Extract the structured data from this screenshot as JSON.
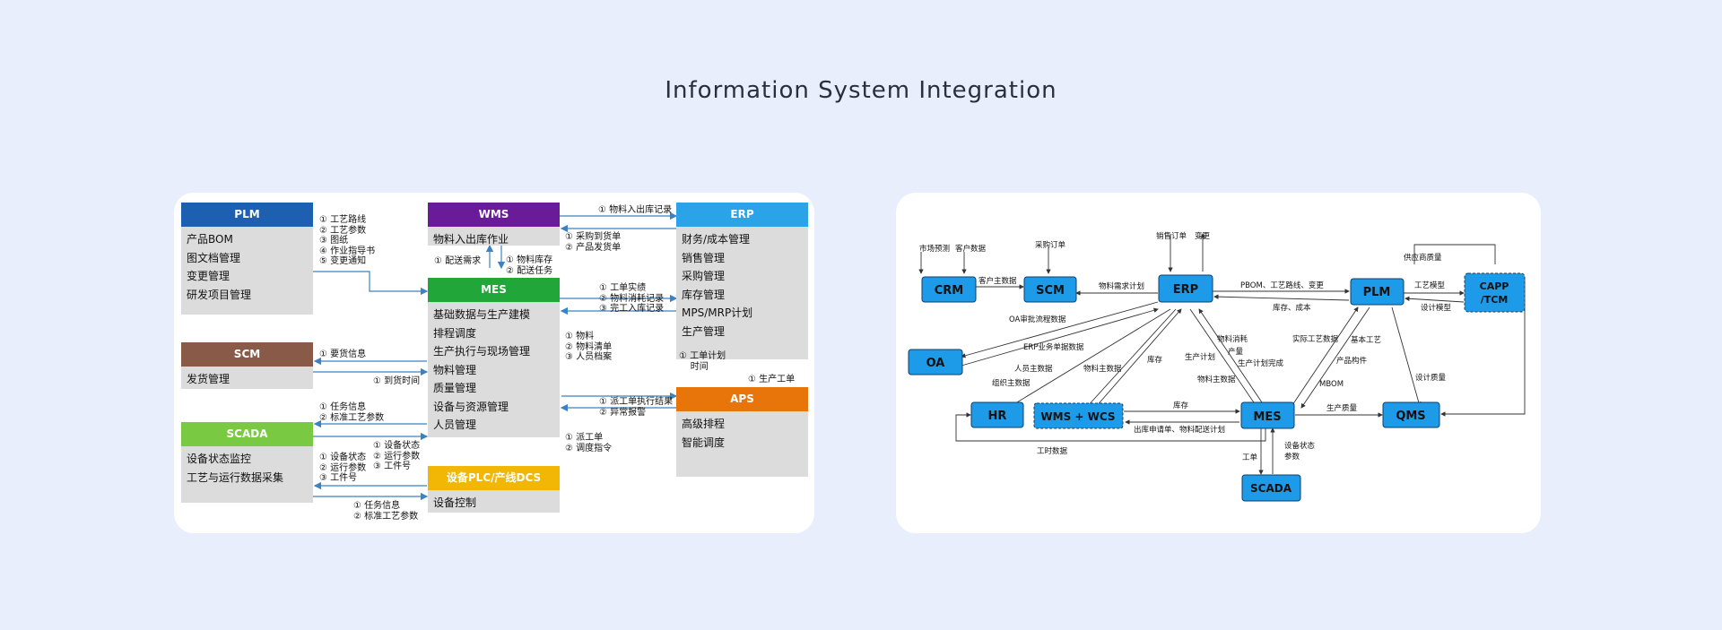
{
  "page": {
    "title": "Information System Integration"
  },
  "left_diagram": {
    "modules": {
      "plm": {
        "name": "PLM",
        "color": "#1d5fb0",
        "items": [
          "产品BOM",
          "图文档管理",
          "变更管理",
          "研发项目管理"
        ]
      },
      "scm": {
        "name": "SCM",
        "color": "#8a5a48",
        "items": [
          "发货管理"
        ]
      },
      "scada": {
        "name": "SCADA",
        "color": "#7ac943",
        "items": [
          "设备状态监控",
          "工艺与运行数据采集"
        ]
      },
      "wms": {
        "name": "WMS",
        "color": "#6a1b9a",
        "items": [
          "物料入出库作业"
        ]
      },
      "mes": {
        "name": "MES",
        "color": "#21a63a",
        "items": [
          "基础数据与生产建模",
          "排程调度",
          "生产执行与现场管理",
          "物料管理",
          "质量管理",
          "设备与资源管理",
          "人员管理"
        ]
      },
      "plc": {
        "name": "设备PLC/产线DCS",
        "color": "#f2b705",
        "items": [
          "设备控制"
        ]
      },
      "erp": {
        "name": "ERP",
        "color": "#2aa3e8",
        "items": [
          "财务/成本管理",
          "销售管理",
          "采购管理",
          "库存管理",
          "MPS/MRP计划",
          "生产管理"
        ]
      },
      "aps": {
        "name": "APS",
        "color": "#e8750a",
        "items": [
          "高级排程",
          "智能调度"
        ]
      }
    },
    "flows": {
      "plm_mes": "① 工艺路线\n② 工艺参数\n③ 图纸\n④ 作业指导书\n⑤ 变更通知",
      "mes_scm": "① 要货信息",
      "scm_mes": "① 到货时间",
      "mes_scada": "① 任务信息\n② 标准工艺参数",
      "scada_mes": "① 设备状态\n② 运行参数\n③ 工件号",
      "plc_mes": "① 设备状态\n② 运行参数\n③ 工件号",
      "mes_plc": "① 任务信息\n② 标准工艺参数",
      "mes_wms": "① 配送需求",
      "wms_mes": "① 物料库存\n② 配送任务",
      "wms_erp": "① 物料入出库记录",
      "erp_wms": "① 采购到货单\n② 产品发货单",
      "mes_erp": "① 工单实绩\n② 物料消耗记录\n③ 完工入库记录",
      "erp_mes": "① 物料\n② 物料清单\n③ 人员档案",
      "erp_aps": "① 工单计划\n    时间",
      "aps_erp": "① 生产工单",
      "mes_aps": "① 派工单执行结果\n② 异常报警",
      "aps_mes": "① 派工单\n② 调度指令"
    }
  },
  "right_diagram": {
    "nodes": {
      "crm": "CRM",
      "scm": "SCM",
      "erp": "ERP",
      "plm": "PLM",
      "capp": "CAPP\n/TCM",
      "oa": "OA",
      "hr": "HR",
      "wms": "WMS + WCS",
      "mes": "MES",
      "qms": "QMS",
      "scada": "SCADA"
    },
    "node_color": "#1e9be8",
    "labels": {
      "market": "市场预测",
      "customer": "客户数据",
      "purchase_order": "采购订单",
      "sales_order": "销售订单",
      "change": "变更",
      "supplier_quality": "供应商质量",
      "customer_master": "客户主数据",
      "material_demand": "物料需求计划",
      "pbom": "PBOM、工艺路线、变更",
      "inventory_cost": "库存、成本",
      "process_model": "工艺模型",
      "design_model": "设计模型",
      "oa_approval": "OA审批流程数据",
      "erp_docs": "ERP业务单据数据",
      "staff_master": "人员主数据",
      "org_master": "组织主数据",
      "material_master": "物料主数据",
      "stock": "库存",
      "prod_plan": "生产计划",
      "material_consume": "物料消耗",
      "output": "产量",
      "plan_done": "生产计划完成",
      "material_master2": "物料主数据",
      "actual_process": "实际工艺数据",
      "basic_process": "基本工艺",
      "product_part": "产品构件",
      "mbom": "MBOM",
      "design_quality": "设计质量",
      "stock2": "库存",
      "outbound": "出库申请单、物料配送计划",
      "prod_quality": "生产质量",
      "work_hours": "工时数据",
      "work_order": "工单",
      "device_params": "设备状态\n参数"
    }
  }
}
